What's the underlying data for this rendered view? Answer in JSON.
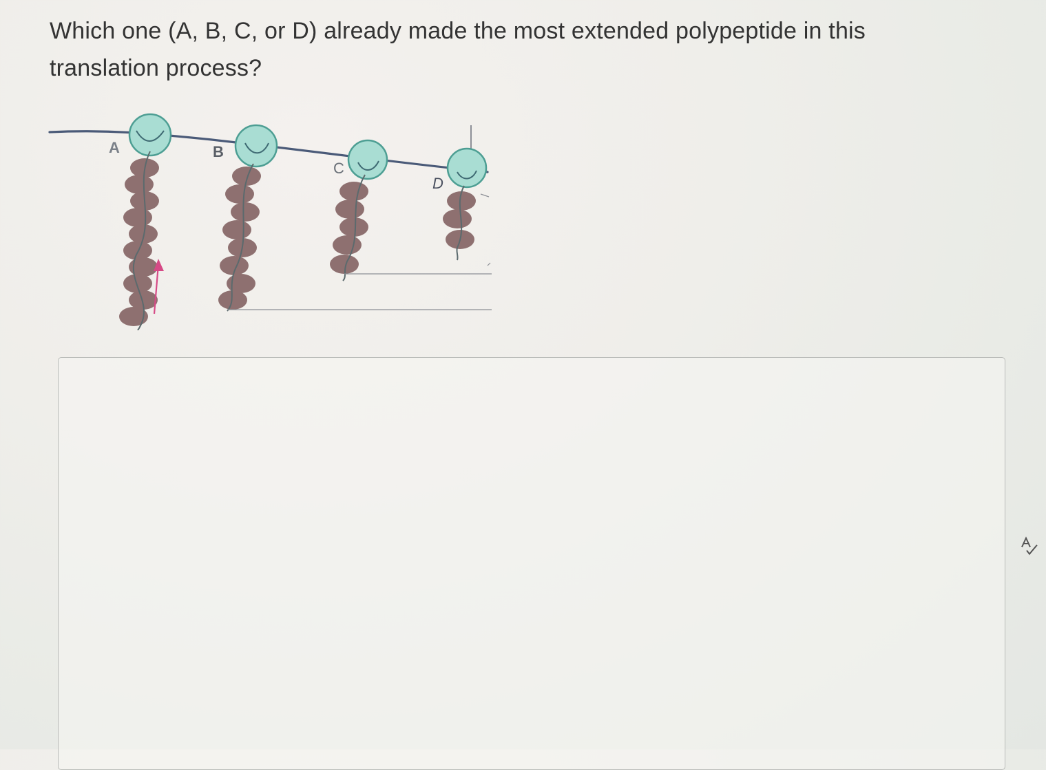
{
  "question": {
    "line1": "Which one (A, B, C, or D) already made the most extended polypeptide in this",
    "line2": "translation process?"
  },
  "figure": {
    "labels": {
      "a": "A",
      "b": "B",
      "c": "C",
      "d": "D"
    },
    "colors": {
      "ribosome": "#a9ddd3",
      "ribosome_stroke": "#4d9e93",
      "mrna": "#4a5a78",
      "polypeptide": "#8e7070",
      "arrow": "#d64a86"
    }
  },
  "answer": {
    "value": "",
    "placeholder": ""
  },
  "icons": {
    "spellcheck": "spellcheck-icon"
  }
}
